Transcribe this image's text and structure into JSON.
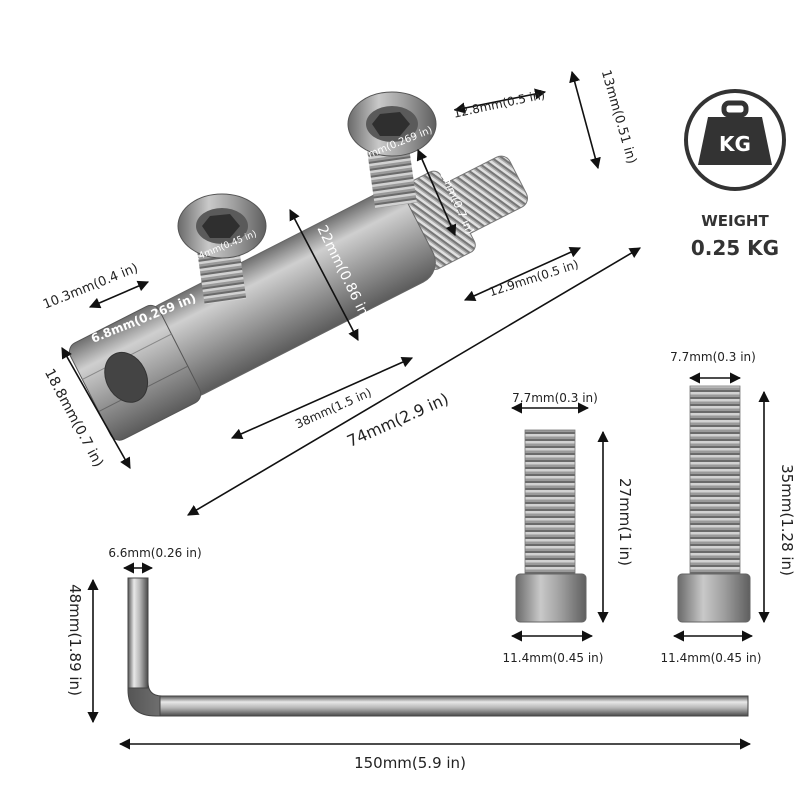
{
  "weight": {
    "icon": "kettlebell-weight-icon",
    "icon_text": "KG",
    "title": "WEIGHT",
    "value": "0.25 KG",
    "color": "#333333"
  },
  "adapter_dims": {
    "pinion_length": "12.8mm(0.5 in)",
    "pinion_dia": "13mm(0.51 in)",
    "pinion_gear": "18.8mm(0.7 in)",
    "screw_hole_top": "6.8mm(0.269 in)",
    "screw_head_mid": "11.4mm(0.45 in)",
    "body_dia": "22mm(0.86 in)",
    "end_hole": "6.8mm(0.269 in)",
    "end_length": "10.3mm(0.4 in)",
    "hex_size": "18.8mm(0.7 in)",
    "gear_offset": "12.9mm(0.5 in)",
    "body_length": "38mm(1.5 in)",
    "total_length": "74mm(2.9 in)"
  },
  "short_screw": {
    "thread_dia": "7.7mm(0.3 in)",
    "length": "27mm(1 in)",
    "head_dia": "11.4mm(0.45 in)"
  },
  "long_screw": {
    "thread_dia": "7.7mm(0.3 in)",
    "length": "35mm(1.28 in)",
    "head_dia": "11.4mm(0.45 in)"
  },
  "hex_key": {
    "width": "6.6mm(0.26 in)",
    "short_arm": "48mm(1.89 in)",
    "long_arm": "150mm(5.9 in)"
  },
  "colors": {
    "metal_light": "#d8d8d8",
    "metal_mid": "#9a9a9a",
    "metal_dark": "#5a5a5a",
    "line": "#111111"
  }
}
